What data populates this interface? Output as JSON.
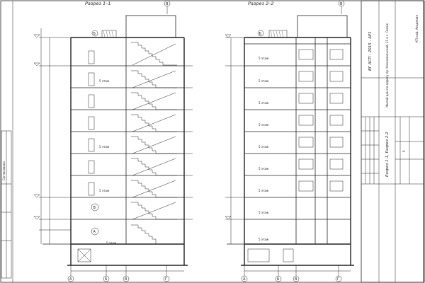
{
  "sections": [
    {
      "title": "Разрез 1–1",
      "axes_bottom": [
        "А",
        "Б",
        "В",
        "Г"
      ],
      "axis_top": "В",
      "axis_left_marks": [
        "Б",
        "В",
        "А"
      ]
    },
    {
      "title": "Разрез 2–2",
      "axes_bottom": [
        "А",
        "Б",
        "В",
        "Г"
      ],
      "axis_top": "В",
      "axis_left_marks": [
        "Б"
      ]
    }
  ],
  "floor_label": "5 этаж",
  "title_block": {
    "project_code": "ВГ АСП - 2015 - АР1",
    "project_name": "Жилой дом по адресу пр. Комсомольский, 21 в г. Омске",
    "sheet_name": "Разрез 1-1, Разрез 2-2",
    "stage": "Р",
    "org": "КП каф. Академия"
  },
  "left_stamp": "Согласовано"
}
